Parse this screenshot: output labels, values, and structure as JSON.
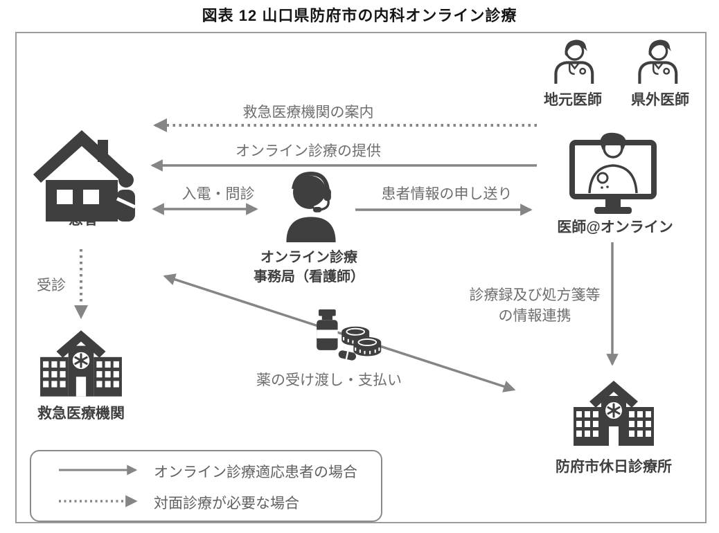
{
  "title": "図表 12 山口県防府市の内科オンライン診療",
  "nodes": {
    "local_doctor": {
      "label": "地元医師",
      "icon": "doctor-icon"
    },
    "outside_doctor": {
      "label": "県外医師",
      "icon": "doctor-icon"
    },
    "patient": {
      "label": "患者",
      "icon": "house-patient-icon"
    },
    "online_office": {
      "label_line1": "オンライン診療",
      "label_line2": "事務局（看護師）",
      "icon": "headset-operator-icon"
    },
    "online_doctor": {
      "label": "医師@オンライン",
      "icon": "monitor-doctor-icon"
    },
    "emergency_hospital": {
      "label": "救急医療機関",
      "icon": "hospital-icon"
    },
    "holiday_clinic": {
      "label": "防府市休日診療所",
      "icon": "hospital-icon"
    },
    "medicine": {
      "icon": "medicine-coins-icon"
    }
  },
  "edges": {
    "emergency_guidance": {
      "label": "救急医療機関の案内",
      "style": "dotted",
      "from": "online_doctor",
      "to": "patient"
    },
    "online_care": {
      "label": "オンライン診療の提供",
      "style": "solid",
      "from": "online_doctor",
      "to": "patient"
    },
    "call_interview": {
      "label": "入電・問診",
      "style": "solid",
      "direction": "both",
      "between": [
        "patient",
        "online_office"
      ]
    },
    "patient_info": {
      "label": "患者情報の申し送り",
      "style": "solid",
      "from": "online_office",
      "to": "online_doctor"
    },
    "visit": {
      "label": "受診",
      "style": "dotted",
      "from": "patient",
      "to": "emergency_hospital"
    },
    "records_link": {
      "label_line1": "診療録及び処方箋等",
      "label_line2": "の情報連携",
      "style": "solid",
      "from": "online_doctor",
      "to": "holiday_clinic"
    },
    "medicine_payment": {
      "label": "薬の受け渡し・支払い",
      "style": "solid",
      "direction": "both",
      "between": [
        "patient",
        "holiday_clinic"
      ]
    }
  },
  "legend": {
    "solid_label": "オンライン診療適応患者の場合",
    "dotted_label": "対面診療が必要な場合"
  },
  "colors": {
    "icon": "#3f3f3f",
    "arrow": "#858585",
    "edge_label": "#6e6e6e",
    "node_label": "#3f3f3f",
    "frame_border": "#9b9b9b",
    "legend_border": "#8a8a8a",
    "title": "#151515"
  }
}
